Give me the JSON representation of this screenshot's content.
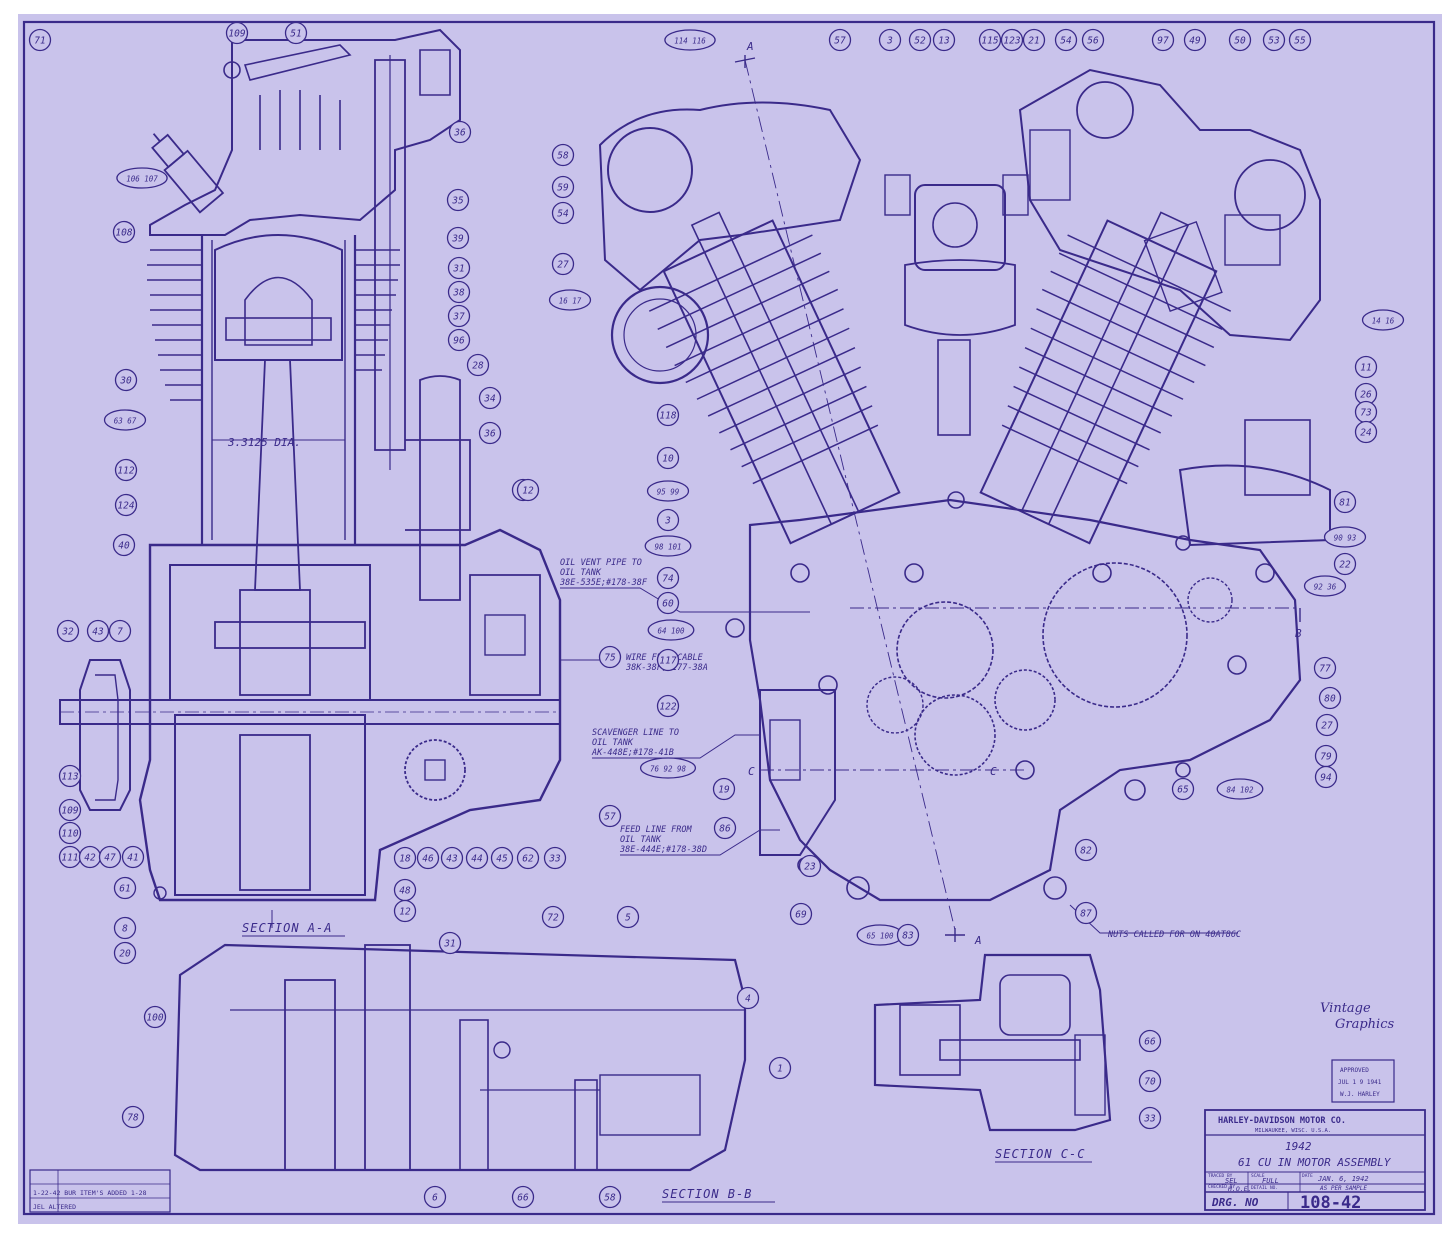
{
  "colors": {
    "paper": "#c9c3eb",
    "ink": "#3a2a8a",
    "grid": "#b4acdf",
    "hatch": "#8677c9"
  },
  "sections": {
    "aa": "SECTION  A-A",
    "bb": "SECTION  B-B",
    "cc": "SECTION  C-C"
  },
  "notes": {
    "oil_vent": [
      "OIL VENT PIPE TO",
      "OIL TANK",
      "38E-535E;#178-38F"
    ],
    "wire": [
      "WIRE FROM CABLE",
      "38K-38F;#177-38A"
    ],
    "scavenger": [
      "SCAVENGER LINE TO",
      "OIL TANK",
      "AK-448E;#178-41B"
    ],
    "feed": [
      "FEED LINE FROM",
      "OIL TANK",
      "38E-444E;#178-38D"
    ],
    "nuts": "NUTS CALLED FOR ON 40AT86C",
    "bore": "3.3125     DIA."
  },
  "section_markers": {
    "a_top": "A",
    "a_bottom": "A",
    "b": "B",
    "c_left": "C",
    "c_right": "C"
  },
  "logo": {
    "text1": "Vintage",
    "text2": "Graphics"
  },
  "stamp": [
    "APPROVED",
    "JUL 1 9 1941",
    "W.J. HARLEY"
  ],
  "revision": {
    "row1": "1-22-42  BUR ITEM'S ADDED  1-28",
    "row2": "JEL      ALTERED"
  },
  "title_block": {
    "company": "HARLEY-DAVIDSON MOTOR CO.",
    "city": "MILWAUKEE, WISC. U.S.A.",
    "year": "1942",
    "title": "61 CU IN MOTOR ASSEMBLY",
    "traced_label": "TRACED BY",
    "traced": "SEL",
    "scale_label": "SCALE",
    "scale": "FULL",
    "date_label": "DATE",
    "date": "JAN. 6, 1942",
    "checked_label": "CHECKED BY",
    "checked": "H.O.E.",
    "detail_label": "DETAIL NO.",
    "per_sample": "AS PER SAMPLE",
    "drg_label": "DRG. NO",
    "drg_no": "108-42"
  },
  "callouts": [
    {
      "t": "109"
    },
    {
      "t": "51"
    },
    {
      "t": "36"
    },
    {
      "t": "35"
    },
    {
      "t": "39"
    },
    {
      "t": "106 107"
    },
    {
      "t": "108"
    },
    {
      "t": "31"
    },
    {
      "t": "38"
    },
    {
      "t": "37"
    },
    {
      "t": "96"
    },
    {
      "t": "28"
    },
    {
      "t": "30"
    },
    {
      "t": "34"
    },
    {
      "t": "36"
    },
    {
      "t": "63 67"
    },
    {
      "t": "112"
    },
    {
      "t": "124"
    },
    {
      "t": "40"
    },
    {
      "t": "9"
    },
    {
      "t": "12"
    },
    {
      "t": "32"
    },
    {
      "t": "43"
    },
    {
      "t": "7"
    },
    {
      "t": "75"
    },
    {
      "t": "113"
    },
    {
      "t": "109"
    },
    {
      "t": "110"
    },
    {
      "t": "111"
    },
    {
      "t": "42"
    },
    {
      "t": "47"
    },
    {
      "t": "41"
    },
    {
      "t": "61"
    },
    {
      "t": "18"
    },
    {
      "t": "46"
    },
    {
      "t": "43"
    },
    {
      "t": "44"
    },
    {
      "t": "45"
    },
    {
      "t": "62"
    },
    {
      "t": "33"
    },
    {
      "t": "48"
    },
    {
      "t": "8"
    },
    {
      "t": "12"
    },
    {
      "t": "20"
    },
    {
      "t": "57"
    },
    {
      "t": "114 116"
    },
    {
      "t": "57"
    },
    {
      "t": "3"
    },
    {
      "t": "52"
    },
    {
      "t": "13"
    },
    {
      "t": "115"
    },
    {
      "t": "123"
    },
    {
      "t": "21"
    },
    {
      "t": "54"
    },
    {
      "t": "56"
    },
    {
      "t": "97"
    },
    {
      "t": "49"
    },
    {
      "t": "50"
    },
    {
      "t": "53"
    },
    {
      "t": "55"
    },
    {
      "t": "58"
    },
    {
      "t": "59"
    },
    {
      "t": "54"
    },
    {
      "t": "27"
    },
    {
      "t": "16 17"
    },
    {
      "t": "14 16"
    },
    {
      "t": "11"
    },
    {
      "t": "26"
    },
    {
      "t": "73"
    },
    {
      "t": "24"
    },
    {
      "t": "118"
    },
    {
      "t": "10"
    },
    {
      "t": "95 99"
    },
    {
      "t": "3"
    },
    {
      "t": "98 101"
    },
    {
      "t": "74"
    },
    {
      "t": "60"
    },
    {
      "t": "64 100"
    },
    {
      "t": "117"
    },
    {
      "t": "122"
    },
    {
      "t": "76 92 98"
    },
    {
      "t": "19"
    },
    {
      "t": "86"
    },
    {
      "t": "23"
    },
    {
      "t": "69"
    },
    {
      "t": "65 100"
    },
    {
      "t": "83"
    },
    {
      "t": "82"
    },
    {
      "t": "87"
    },
    {
      "t": "65"
    },
    {
      "t": "84 102"
    },
    {
      "t": "81"
    },
    {
      "t": "90 93"
    },
    {
      "t": "22"
    },
    {
      "t": "92 36"
    },
    {
      "t": "77"
    },
    {
      "t": "80"
    },
    {
      "t": "27"
    },
    {
      "t": "79"
    },
    {
      "t": "94"
    },
    {
      "t": "100"
    },
    {
      "t": "31"
    },
    {
      "t": "72"
    },
    {
      "t": "5"
    },
    {
      "t": "4"
    },
    {
      "t": "1"
    },
    {
      "t": "78"
    },
    {
      "t": "6"
    },
    {
      "t": "66"
    },
    {
      "t": "58"
    },
    {
      "t": "66"
    },
    {
      "t": "70"
    },
    {
      "t": "33"
    },
    {
      "t": "71"
    }
  ]
}
